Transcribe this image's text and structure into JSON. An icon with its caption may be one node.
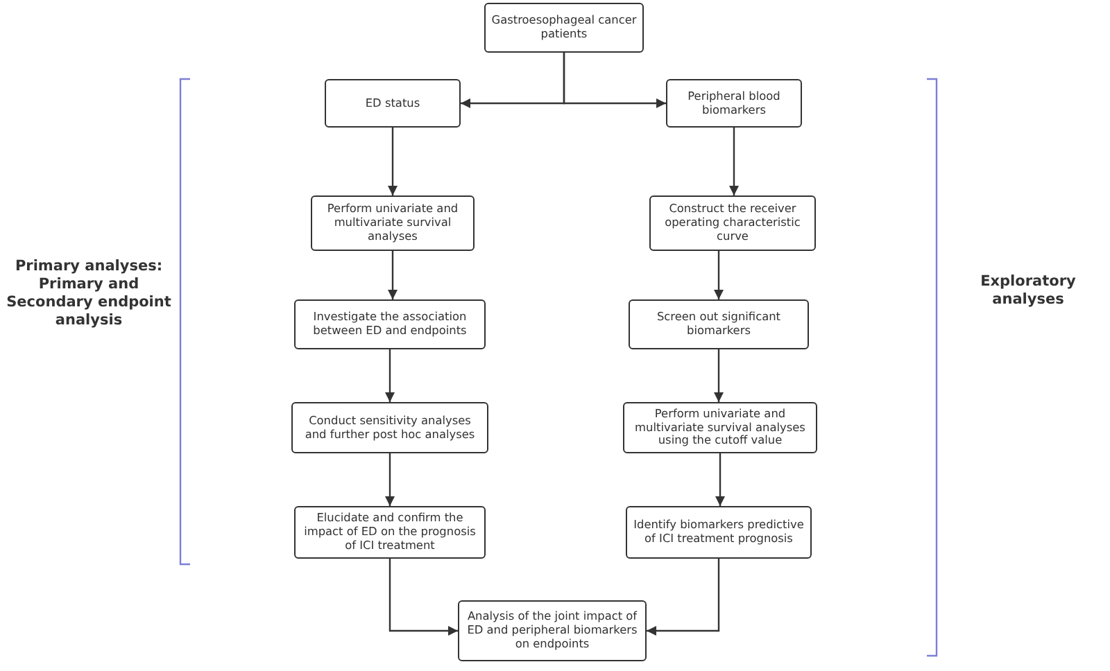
{
  "diagram": {
    "nodes": [
      {
        "text": [
          "Gastroesophageal cancer patients"
        ]
      },
      {
        "text": [
          "ED status"
        ]
      },
      {
        "text": [
          "Peripheral blood biomarkers"
        ]
      },
      {
        "text": [
          "Perform univariate and multivariate survival analyses"
        ]
      },
      {
        "text": [
          "Construct the receiver operating characteristic curve"
        ]
      },
      {
        "text": [
          "Investigate the association between ED and endpoints"
        ]
      },
      {
        "text": [
          "Screen out significant biomarkers"
        ]
      },
      {
        "text": [
          "Conduct sensitivity analyses and further post hoc analyses"
        ]
      },
      {
        "text": [
          "Perform univariate and multivariate survival analyses using the cutoff value"
        ]
      },
      {
        "text": [
          "Elucidate and confirm the impact of ED on the prognosis of ICI treatment"
        ]
      },
      {
        "text": [
          "Identify biomarkers predictive of ICI treatment prognosis"
        ]
      },
      {
        "text": [
          "Analysis of the joint impact of ED and peripheral biomarkers on endpoints"
        ]
      }
    ],
    "edges": [
      {
        "from": 0,
        "to": 1,
        "arrow": "to"
      },
      {
        "from": 0,
        "to": 2,
        "arrow": "to"
      },
      {
        "from": 1,
        "to": 3,
        "arrow": "to"
      },
      {
        "from": 2,
        "to": 4,
        "arrow": "to"
      },
      {
        "from": 3,
        "to": 5,
        "arrow": "to"
      },
      {
        "from": 4,
        "to": 6,
        "arrow": "to"
      },
      {
        "from": 5,
        "to": 7,
        "arrow": "to"
      },
      {
        "from": 6,
        "to": 8,
        "arrow": "to"
      },
      {
        "from": 7,
        "to": 9,
        "arrow": "to"
      },
      {
        "from": 8,
        "to": 10,
        "arrow": "to"
      },
      {
        "from": 9,
        "to": 11,
        "arrow": "to"
      },
      {
        "from": 10,
        "to": 11,
        "arrow": "to"
      }
    ],
    "labels": [
      "Primary analyses: Primary and Secondary endpoint analysis",
      "Exploratory analyses"
    ]
  }
}
